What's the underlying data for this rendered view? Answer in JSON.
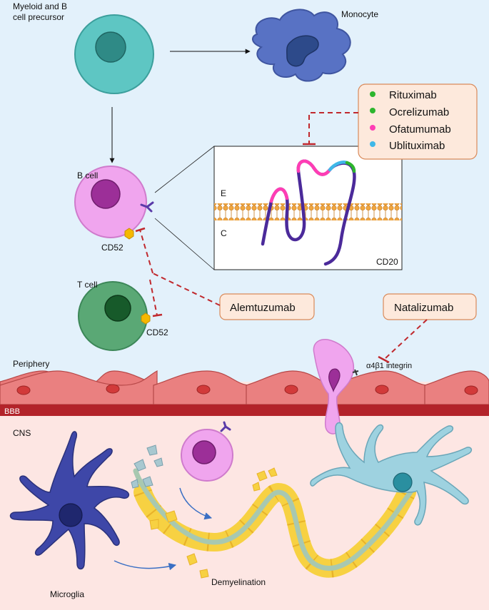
{
  "labels": {
    "precursor_line1": "Myeloid and B",
    "precursor_line2": "cell precursor",
    "monocyte": "Monocyte",
    "b_cell": "B cell",
    "t_cell": "T cell",
    "cd52_b": "CD52",
    "cd52_t": "CD52",
    "membrane_e": "E",
    "membrane_c": "C",
    "cd20": "CD20",
    "periphery": "Periphery",
    "bbb": "BBB",
    "cns": "CNS",
    "integrin": "α4β1 integrin",
    "microglia": "Microglia",
    "demyelination": "Demyelination"
  },
  "drugs": {
    "anti_cd20": [
      {
        "name": "Rituximab",
        "color": "#2db52d"
      },
      {
        "name": "Ocrelizumab",
        "color": "#2db52d"
      },
      {
        "name": "Ofatumumab",
        "color": "#ff3db4"
      },
      {
        "name": "Ublituximab",
        "color": "#3fb8e8"
      }
    ],
    "alemtuzumab": "Alemtuzumab",
    "natalizumab": "Natalizumab"
  },
  "colors": {
    "periphery_bg": "#e3f1fb",
    "cns_bg": "#fde6e3",
    "inhibit_line": "#c0282d",
    "drug_box_fill": "#fde9dc",
    "drug_box_stroke": "#d98a5a"
  }
}
